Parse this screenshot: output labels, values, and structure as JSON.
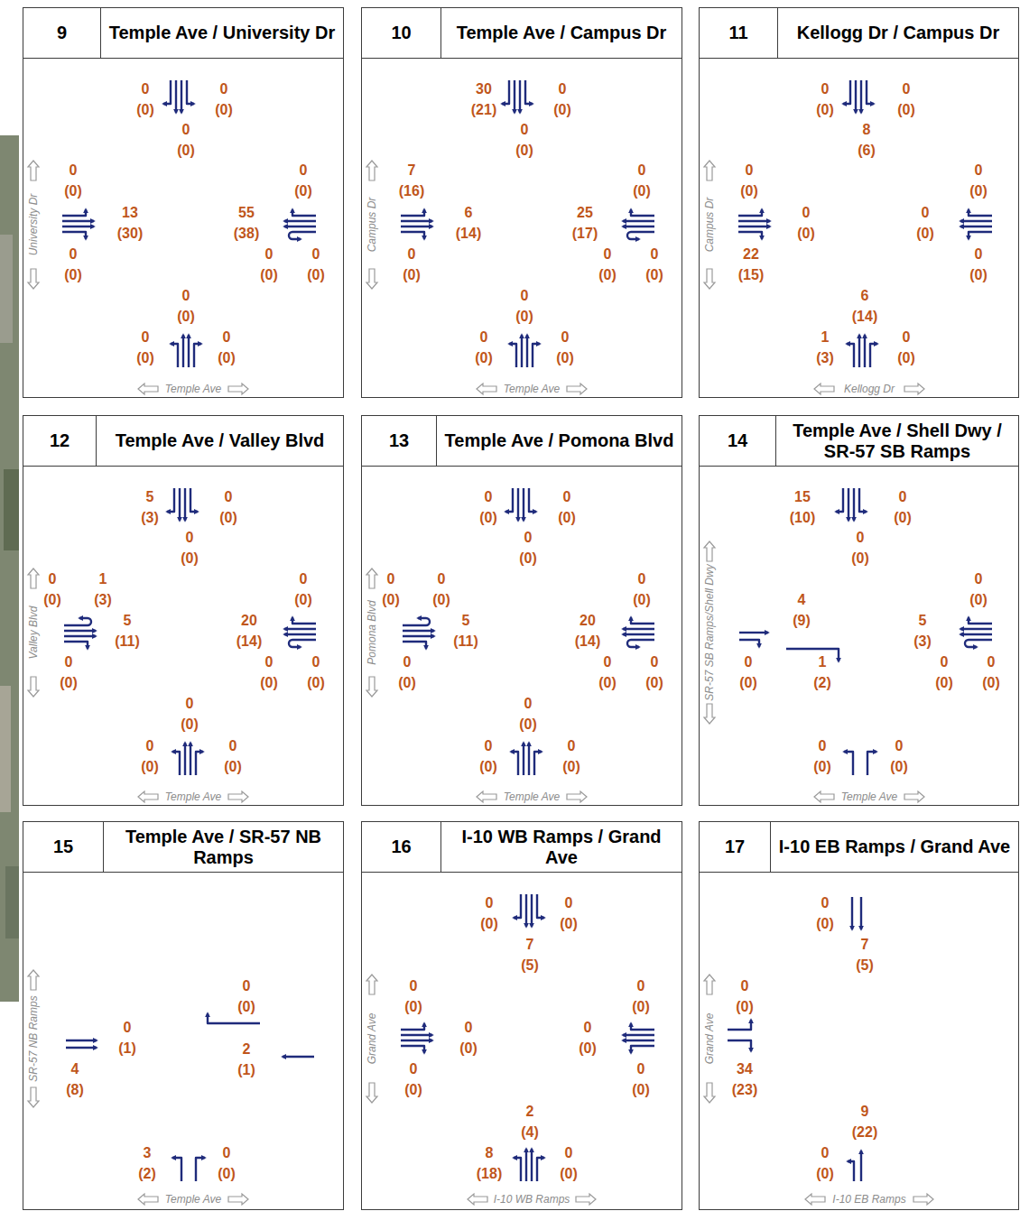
{
  "diagram": {
    "nodes": [
      {
        "text": [
          "9",
          "Temple Ave / University Dr"
        ]
      },
      {
        "text": [
          "10",
          "Temple Ave / Campus Dr"
        ]
      },
      {
        "text": [
          "11",
          "Kellogg Dr / Campus Dr"
        ]
      },
      {
        "text": [
          "12",
          "Temple Ave / Valley Blvd"
        ]
      },
      {
        "text": [
          "13",
          "Temple Ave / Pomona Blvd"
        ]
      },
      {
        "text": [
          "14",
          "Temple Ave / Shell Dwy / SR-57 SB Ramps"
        ]
      },
      {
        "text": [
          "15",
          "Temple Ave / SR-57 NB Ramps"
        ]
      },
      {
        "text": [
          "16",
          "I-10 WB Ramps / Grand Ave"
        ]
      },
      {
        "text": [
          "17",
          "I-10 EB Ramps / Grand Ave"
        ]
      }
    ],
    "labels": [
      "0",
      "(0)",
      "0",
      "(0)",
      "0",
      "(0)",
      "0",
      "(0)",
      "13",
      "(30)",
      "0",
      "(0)",
      "0",
      "(0)",
      "55",
      "(38)",
      "0",
      "(0)",
      "0",
      "(0)",
      "0",
      "(0)",
      "0",
      "(0)",
      "0",
      "(0)",
      "University Dr",
      "Temple Ave",
      "30",
      "(21)",
      "0",
      "(0)",
      "0",
      "(0)",
      "7",
      "(16)",
      "6",
      "(14)",
      "0",
      "(0)",
      "0",
      "(0)",
      "25",
      "(17)",
      "0",
      "(0)",
      "0",
      "(0)",
      "0",
      "(0)",
      "0",
      "(0)",
      "0",
      "(0)",
      "Campus Dr",
      "Temple Ave",
      "0",
      "(0)",
      "0",
      "(0)",
      "8",
      "(6)",
      "0",
      "(0)",
      "0",
      "(0)",
      "22",
      "(15)",
      "0",
      "(0)",
      "0",
      "(0)",
      "0",
      "(0)",
      "6",
      "(14)",
      "1",
      "(3)",
      "0",
      "(0)",
      "Campus Dr",
      "Kellogg Dr",
      "5",
      "(3)",
      "0",
      "(0)",
      "0",
      "(0)",
      "0",
      "(0)",
      "1",
      "(3)",
      "5",
      "(11)",
      "0",
      "(0)",
      "0",
      "(0)",
      "20",
      "(14)",
      "0",
      "(0)",
      "0",
      "(0)",
      "0",
      "(0)",
      "0",
      "(0)",
      "0",
      "(0)",
      "Valley Blvd",
      "Temple Ave",
      "0",
      "(0)",
      "0",
      "(0)",
      "0",
      "(0)",
      "0",
      "(0)",
      "0",
      "(0)",
      "5",
      "(11)",
      "0",
      "(0)",
      "0",
      "(0)",
      "20",
      "(14)",
      "0",
      "(0)",
      "0",
      "(0)",
      "0",
      "(0)",
      "0",
      "(0)",
      "0",
      "(0)",
      "Pomona Blvd",
      "Temple Ave",
      "15",
      "(10)",
      "0",
      "(0)",
      "0",
      "(0)",
      "4",
      "(9)",
      "0",
      "(0)",
      "1",
      "(2)",
      "0",
      "(0)",
      "5",
      "(3)",
      "0",
      "(0)",
      "0",
      "(0)",
      "0",
      "(0)",
      "0",
      "(0)",
      "SR-57 SB Ramps/Shell Dwy",
      "Temple Ave",
      "0",
      "(1)",
      "4",
      "(8)",
      "0",
      "(0)",
      "2",
      "(1)",
      "3",
      "(2)",
      "0",
      "(0)",
      "SR-57 NB Ramps",
      "Temple Ave",
      "0",
      "(0)",
      "0",
      "(0)",
      "7",
      "(5)",
      "0",
      "(0)",
      "0",
      "(0)",
      "0",
      "(0)",
      "0",
      "(0)",
      "0",
      "(0)",
      "0",
      "(0)",
      "2",
      "(4)",
      "8",
      "(18)",
      "0",
      "(0)",
      "Grand Ave",
      "I-10 WB Ramps",
      "0",
      "(0)",
      "7",
      "(5)",
      "0",
      "(0)",
      "34",
      "(23)",
      "9",
      "(22)",
      "0",
      "(0)",
      "Grand Ave",
      "I-10 EB Ramps"
    ]
  }
}
